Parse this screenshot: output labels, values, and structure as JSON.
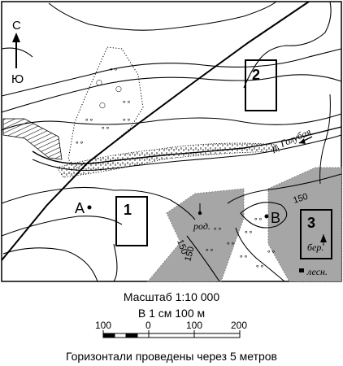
{
  "compass": {
    "north": "С",
    "south": "Ю"
  },
  "points": {
    "a": "А",
    "b": "В"
  },
  "squares": {
    "s1": "1",
    "s2": "2",
    "s3": "3"
  },
  "contours": {
    "c1": "150",
    "c2": "150",
    "c3": "150"
  },
  "river": {
    "name": "р. Голубая"
  },
  "legend_labels": {
    "spring": "род.",
    "shore": "бер.",
    "forestry": "лесн."
  },
  "scale": {
    "ratio": "Масштаб 1:10 000",
    "text": "В 1 см 100 м",
    "ticks": [
      "100",
      "0",
      "100",
      "200"
    ]
  },
  "contour_note": "Горизонтали проведены через 5 метров",
  "colors": {
    "forest": "#a6a6a6",
    "ink": "#000000"
  }
}
